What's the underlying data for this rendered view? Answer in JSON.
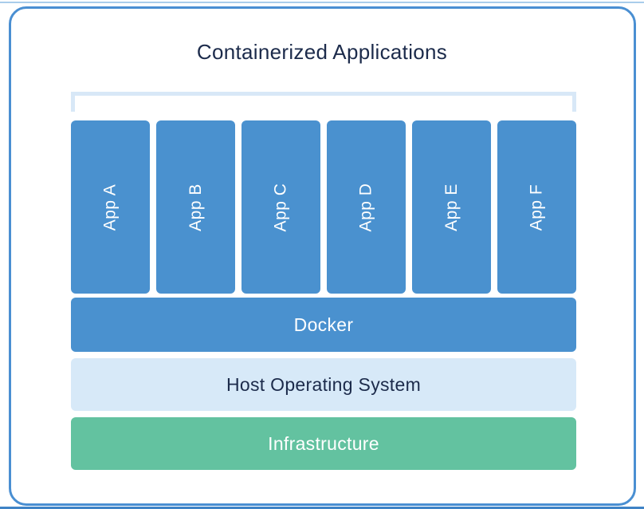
{
  "diagram": {
    "title": "Containerized Applications",
    "apps": [
      "App A",
      "App B",
      "App C",
      "App D",
      "App E",
      "App F"
    ],
    "layers": {
      "docker": "Docker",
      "host_os": "Host Operating System",
      "infrastructure": "Infrastructure"
    },
    "colors": {
      "app_and_docker_blue": "#4a91cf",
      "host_os_light_blue": "#d7e9f8",
      "infrastructure_green": "#63c2a0",
      "title_text_navy": "#1c2b4b",
      "frame_border_blue": "#4a8fd2",
      "bracket_light_blue": "#d8e8f7",
      "label_text_white": "#ffffff",
      "top_edge_line": "#a9cdeb",
      "bottom_edge_line": "#3f83c6"
    }
  }
}
